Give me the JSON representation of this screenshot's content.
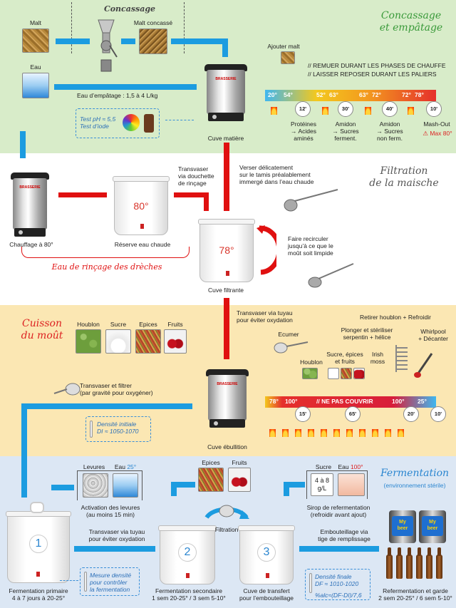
{
  "sections": {
    "mashing": "Concassage\net empâtage",
    "filtration": "Filtration\nde la maische",
    "boil": "Cuisson\ndu moût",
    "fermentation": "Fermentation",
    "fermentation_note": "(environnement stérile)"
  },
  "concassage": {
    "title": "Concassage",
    "malt": "Malt",
    "malt_crushed": "Malt concassé",
    "water": "Eau",
    "mash_water": "Eau d’empâtage : 1,5 à 4 L/kg",
    "test_ph": "Test pH ≈ 5,5",
    "test_iodine": "Test d’iode",
    "cuve_matiere": "Cuve matière",
    "add_malt": "Ajouter malt",
    "note1": "// REMUER DURANT LES PHASES DE CHAUFFE",
    "note2": "// LAISSER REPOSER DURANT LES PALIERS",
    "temps": [
      "20°",
      "54°",
      "52°",
      "63°",
      "63°",
      "72°",
      "72°",
      "78°"
    ],
    "clocks": [
      "12'",
      "30'",
      "40'",
      "10'"
    ],
    "steps": [
      "Protéines\n→ Acides\naminés",
      "Amidon\n→ Sucres\nferment.",
      "Amidon\n→ Sucres\nnon ferm.",
      "Mash-Out"
    ],
    "max": "⚠ Max 80°"
  },
  "filtration": {
    "heating": "Chauffage à 80°",
    "reserve": "Réserve eau chaude",
    "reserve_temp": "80°",
    "transfer": "Transvaser\nvia douchette\nde rinçage",
    "pour": "Verser délicatement\nsur le tamis préalablement\nimmergé dans l’eau chaude",
    "recirculate": "Faire recirculer\njusqu’à ce que le\nmoût soit limpide",
    "cuve_filtrante": "Cuve filtrante",
    "cuve_temp": "78°",
    "rinse_water": "Eau de rinçage des drèches"
  },
  "boil": {
    "transfer": "Transvaser via tuyau\npour éviter oxydation",
    "ingredients": [
      "Houblon",
      "Sucre",
      "Epices",
      "Fruits"
    ],
    "remove": "Retirer houblon + Refroidir",
    "sterilize": "Plonger et stériliser\nserpentin + hélice",
    "whirlpool": "Whirlpool\n+ Décanter",
    "skim": "Ecumer",
    "hops": "Houblon",
    "adds": "Sucre, épices\net fruits",
    "irish_moss": "Irish\nmoss",
    "filter_transfer": "Transvaser et filtrer\n(par gravité pour oxygéner)",
    "density": "Densité initiale\nDI ≈ 1050-1070",
    "cuve_ebullition": "Cuve ébullition",
    "bar_temps": [
      "78°",
      "100°",
      "// NE PAS COUVRIR",
      "100°",
      "25°"
    ],
    "clocks": [
      "15'",
      "65'",
      "20'",
      "10'"
    ]
  },
  "fermentation": {
    "yeast": "Levures",
    "water": "Eau",
    "water_temp": "25°",
    "activation": "Activation des levures\n(au moins 15 min)",
    "spices": "Epices",
    "fruits": "Fruits",
    "sugar": "Sucre",
    "water2": "Eau",
    "water2_temp": "100°",
    "sugar_dose": "4 à 8\ng/L",
    "syrup": "Sirop de refermentation\n(refroidir avant ajout)",
    "transfer": "Transvaser via tuyau\npour éviter oxydation",
    "filtration": "Filtration",
    "bottling": "Embouteillage via\ntige de remplissage",
    "measure": "Mesure densité\npour contrôler\nla fermentation",
    "final_density": "Densité finale\nDF ≈ 1010-1020",
    "alcohol": "%alc≈(DF-DI)/7,6",
    "primary": "Fermentation primaire\n4 à 7 jours à 20-25°",
    "secondary": "Fermentation secondaire\n1 sem 20-25° / 3 sem 5-10°",
    "transfer_tank": "Cuve de transfert\npour l’embouteillage",
    "garde": "Refermentation et garde\n2 sem 20-25° / 6 sem 5-10°",
    "numbers": [
      "1",
      "2",
      "3"
    ],
    "keg_label": "My\nbeer"
  }
}
